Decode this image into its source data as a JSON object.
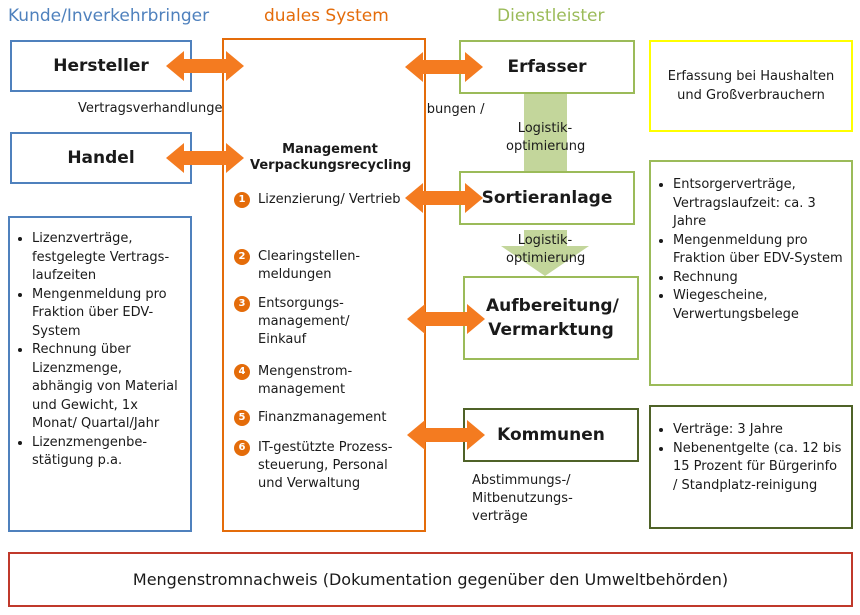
{
  "headers": {
    "left": "Kunde/Inverkehrbringer",
    "middle": "duales System",
    "right": "Dienstleister"
  },
  "colors": {
    "blue": "#4f81bd",
    "orange": "#e46c0a",
    "green": "#9bbb59",
    "dark_green": "#4f6228",
    "yellow": "#ffff00",
    "red": "#c0392b",
    "arrow_orange": "#f47b20",
    "arrow_green": "#c3d69b"
  },
  "left": {
    "hersteller": "Hersteller",
    "handel": "Handel",
    "bullets": [
      "Lizenzverträge, festgelegte Vertrags-laufzeiten",
      "Mengenmeldung pro Fraktion über EDV-System",
      "Rechnung über Lizenzmenge, abhängig von Material und Gewicht, 1x Monat/ Quartal/Jahr",
      "Lizenzmengenbe-stätigung p.a."
    ]
  },
  "labels": {
    "vertragsverhandlungen": "Vertragsverhandlungen / Service",
    "ausschreibungen": "Ausschreibungen / Verträge",
    "logistik1": "Logistik-optimierung",
    "logistik2": "Logistik-optimierung",
    "abstimmung": "Abstimmungs-/ Mitbenutzungs-verträge"
  },
  "middle": {
    "title": "Management Verpackungsrecycling",
    "steps": [
      {
        "num": "1",
        "label": "Lizenzierung/ Vertrieb"
      },
      {
        "num": "2",
        "label": "Clearingstellen-meldungen"
      },
      {
        "num": "3",
        "label": "Entsorgungs-management/ Einkauf"
      },
      {
        "num": "4",
        "label": "Mengenstrom-management"
      },
      {
        "num": "5",
        "label": "Finanzmanagement"
      },
      {
        "num": "6",
        "label": "IT-gestützte Prozess-steuerung, Personal und Verwaltung"
      }
    ]
  },
  "right": {
    "erfasser": "Erfasser",
    "sortieranlage": "Sortieranlage",
    "aufbereitung": "Aufbereitung/ Vermarktung",
    "kommunen": "Kommunen"
  },
  "far_right": {
    "erfassung": "Erfassung bei Haushalten und Großverbrauchern",
    "bullets_green": [
      "Entsorgerverträge, Vertragslaufzeit: ca. 3 Jahre",
      "Mengenmeldung pro Fraktion über EDV-System",
      "Rechnung",
      "Wiegescheine, Verwertungsbelege"
    ],
    "bullets_dkgreen": [
      "Verträge: 3 Jahre",
      "Nebenentgelte (ca. 12 bis 15 Prozent für Bürgerinfo / Standplatz-reinigung"
    ]
  },
  "footer": "Mengenstromnachweis (Dokumentation gegenüber den Umweltbehörden)"
}
